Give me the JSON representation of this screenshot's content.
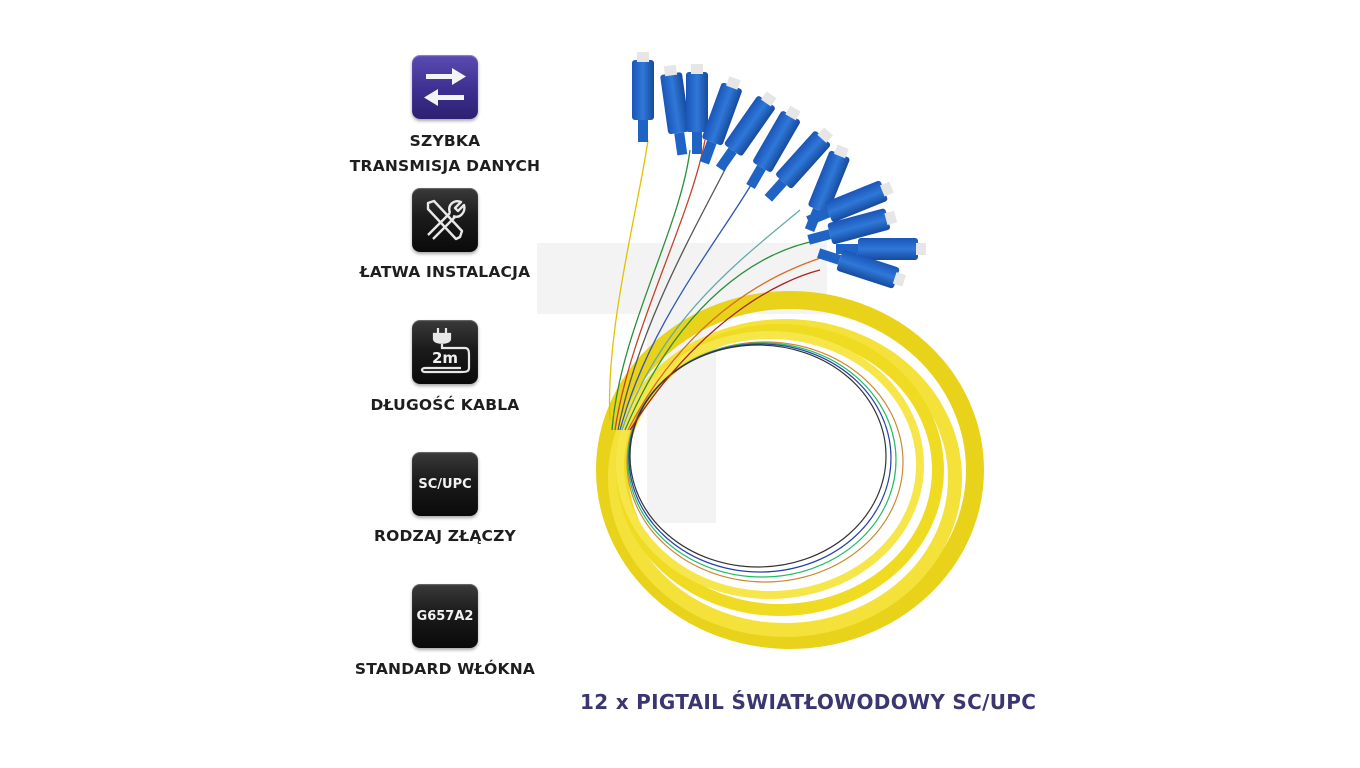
{
  "features": [
    {
      "icon": "exchange-arrows-icon",
      "icon_text": "",
      "label_lines": [
        "SZYBKA",
        "TRANSMISJA DANYCH"
      ],
      "icon_color": "#3d2f90"
    },
    {
      "icon": "tools-wrench-screwdriver-icon",
      "icon_text": "",
      "label_lines": [
        "ŁATWA INSTALACJA"
      ],
      "icon_color": "#1b1b1b"
    },
    {
      "icon": "plug-cable-icon",
      "icon_text": "2m",
      "label_lines": [
        "DŁUGOŚĆ KABLA"
      ],
      "icon_color": "#1b1b1b"
    },
    {
      "icon": "connector-type-icon",
      "icon_text": "SC/UPC",
      "label_lines": [
        "RODZAJ ZŁĄCZY"
      ],
      "icon_color": "#1b1b1b"
    },
    {
      "icon": "fiber-standard-icon",
      "icon_text": "G657A2",
      "label_lines": [
        "STANDARD WŁÓKNA"
      ],
      "icon_color": "#1b1b1b"
    }
  ],
  "product": {
    "title": "12 x PIGTAIL ŚWIATŁOWODOWY SC/UPC",
    "title_color": "#3b3670",
    "image_description": "12 fiber optic pigtails with blue SC/UPC connectors and coiled yellow cable",
    "connector_color": "#1f63c4",
    "cable_color": "#f2df1c"
  }
}
